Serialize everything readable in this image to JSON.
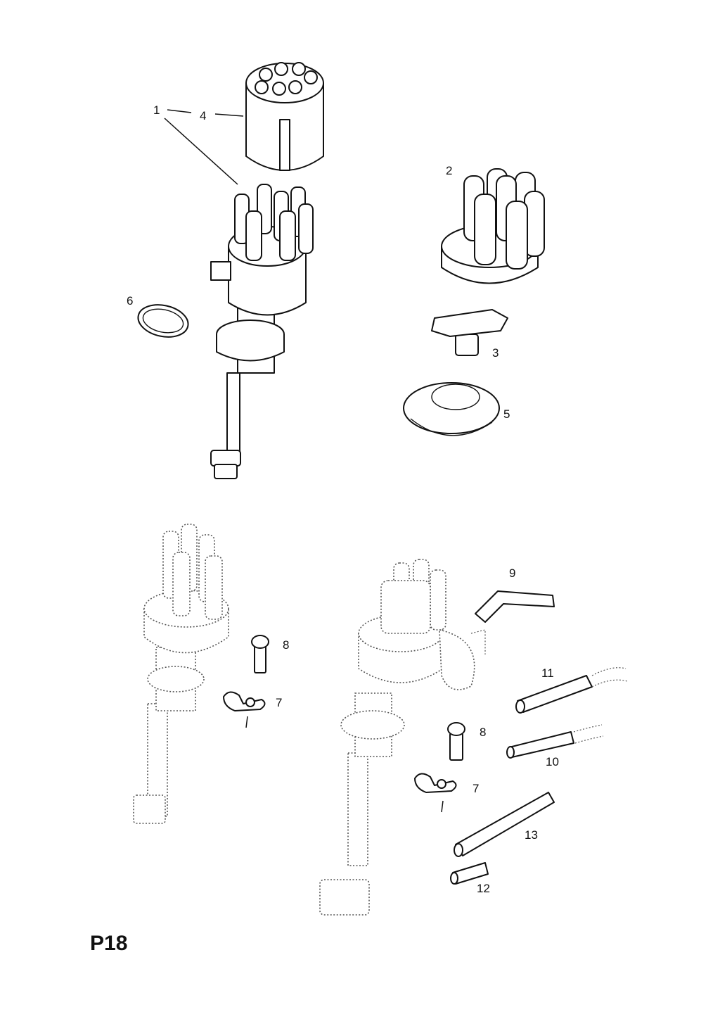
{
  "page_code": "P18",
  "callouts": {
    "c1": "1",
    "c2": "2",
    "c3": "3",
    "c4": "4",
    "c5": "5",
    "c6": "6",
    "c7a": "7",
    "c7b": "7",
    "c8a": "8",
    "c8b": "8",
    "c9": "9",
    "c10": "10",
    "c11": "11",
    "c12": "12",
    "c13": "13"
  }
}
